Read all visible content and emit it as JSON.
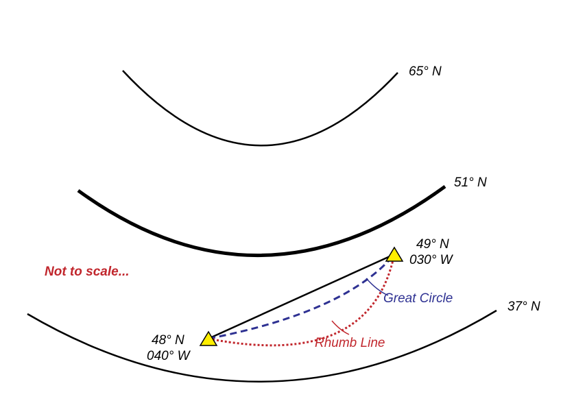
{
  "note": "Not to scale...",
  "latitudes": {
    "lat65": "65° N",
    "lat51": "51° N",
    "lat37": "37° N"
  },
  "points": {
    "start": {
      "lat": "48° N",
      "lon": "040° W"
    },
    "end": {
      "lat": "49° N",
      "lon": "030° W"
    }
  },
  "routes": {
    "great_circle": "Great Circle",
    "rhumb_line": "Rhumb Line"
  },
  "colors": {
    "great_circle": "#2e3192",
    "rhumb_line": "#c1272d",
    "note": "#c1272d",
    "marker_fill": "#ffee00",
    "line": "#000000"
  }
}
